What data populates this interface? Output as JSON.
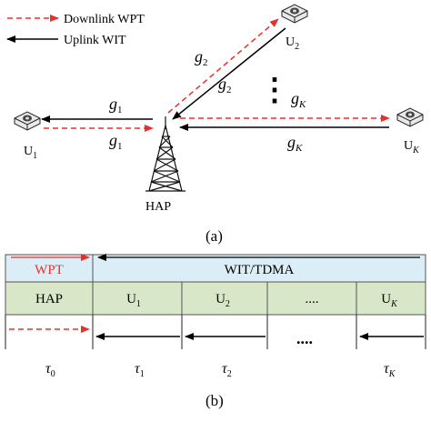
{
  "legend": {
    "downlink": "Downlink WPT",
    "uplink": "Uplink WIT"
  },
  "part_a": {
    "caption": "(a)",
    "hap_label": "HAP",
    "users": [
      {
        "base": "U",
        "sub": "1"
      },
      {
        "base": "U",
        "sub": "2"
      },
      {
        "base": "U",
        "sub": "K"
      }
    ],
    "channels": [
      {
        "base": "g",
        "sub": "1"
      },
      {
        "base": "g",
        "sub": "1"
      },
      {
        "base": "g",
        "sub": "2"
      },
      {
        "base": "g",
        "sub": "2"
      },
      {
        "base": "g",
        "sub": "K"
      },
      {
        "base": "g",
        "sub": "K"
      }
    ],
    "ellipsis_vertical": "⋮"
  },
  "part_b": {
    "caption": "(b)",
    "top_row": [
      "WPT",
      "WIT/TDMA"
    ],
    "bottom_row": [
      {
        "base": "HAP",
        "sub": ""
      },
      {
        "base": "U",
        "sub": "1"
      },
      {
        "base": "U",
        "sub": "2"
      },
      {
        "base": "....",
        "sub": ""
      },
      {
        "base": "U",
        "sub": "K"
      }
    ],
    "ellipsis_arrows": "....",
    "durations": [
      {
        "base": "τ",
        "sub": "0"
      },
      {
        "base": "τ",
        "sub": "1"
      },
      {
        "base": "τ",
        "sub": "2"
      },
      {
        "base": "τ",
        "sub": "K"
      }
    ]
  },
  "colors": {
    "downlink": "#e8302a",
    "uplink": "#000000",
    "wpt_text": "#e8302a",
    "top_row_fill": "#dbeef7",
    "bottom_row_fill": "#d9e7c9",
    "device_fill": "#e9e9e9"
  }
}
